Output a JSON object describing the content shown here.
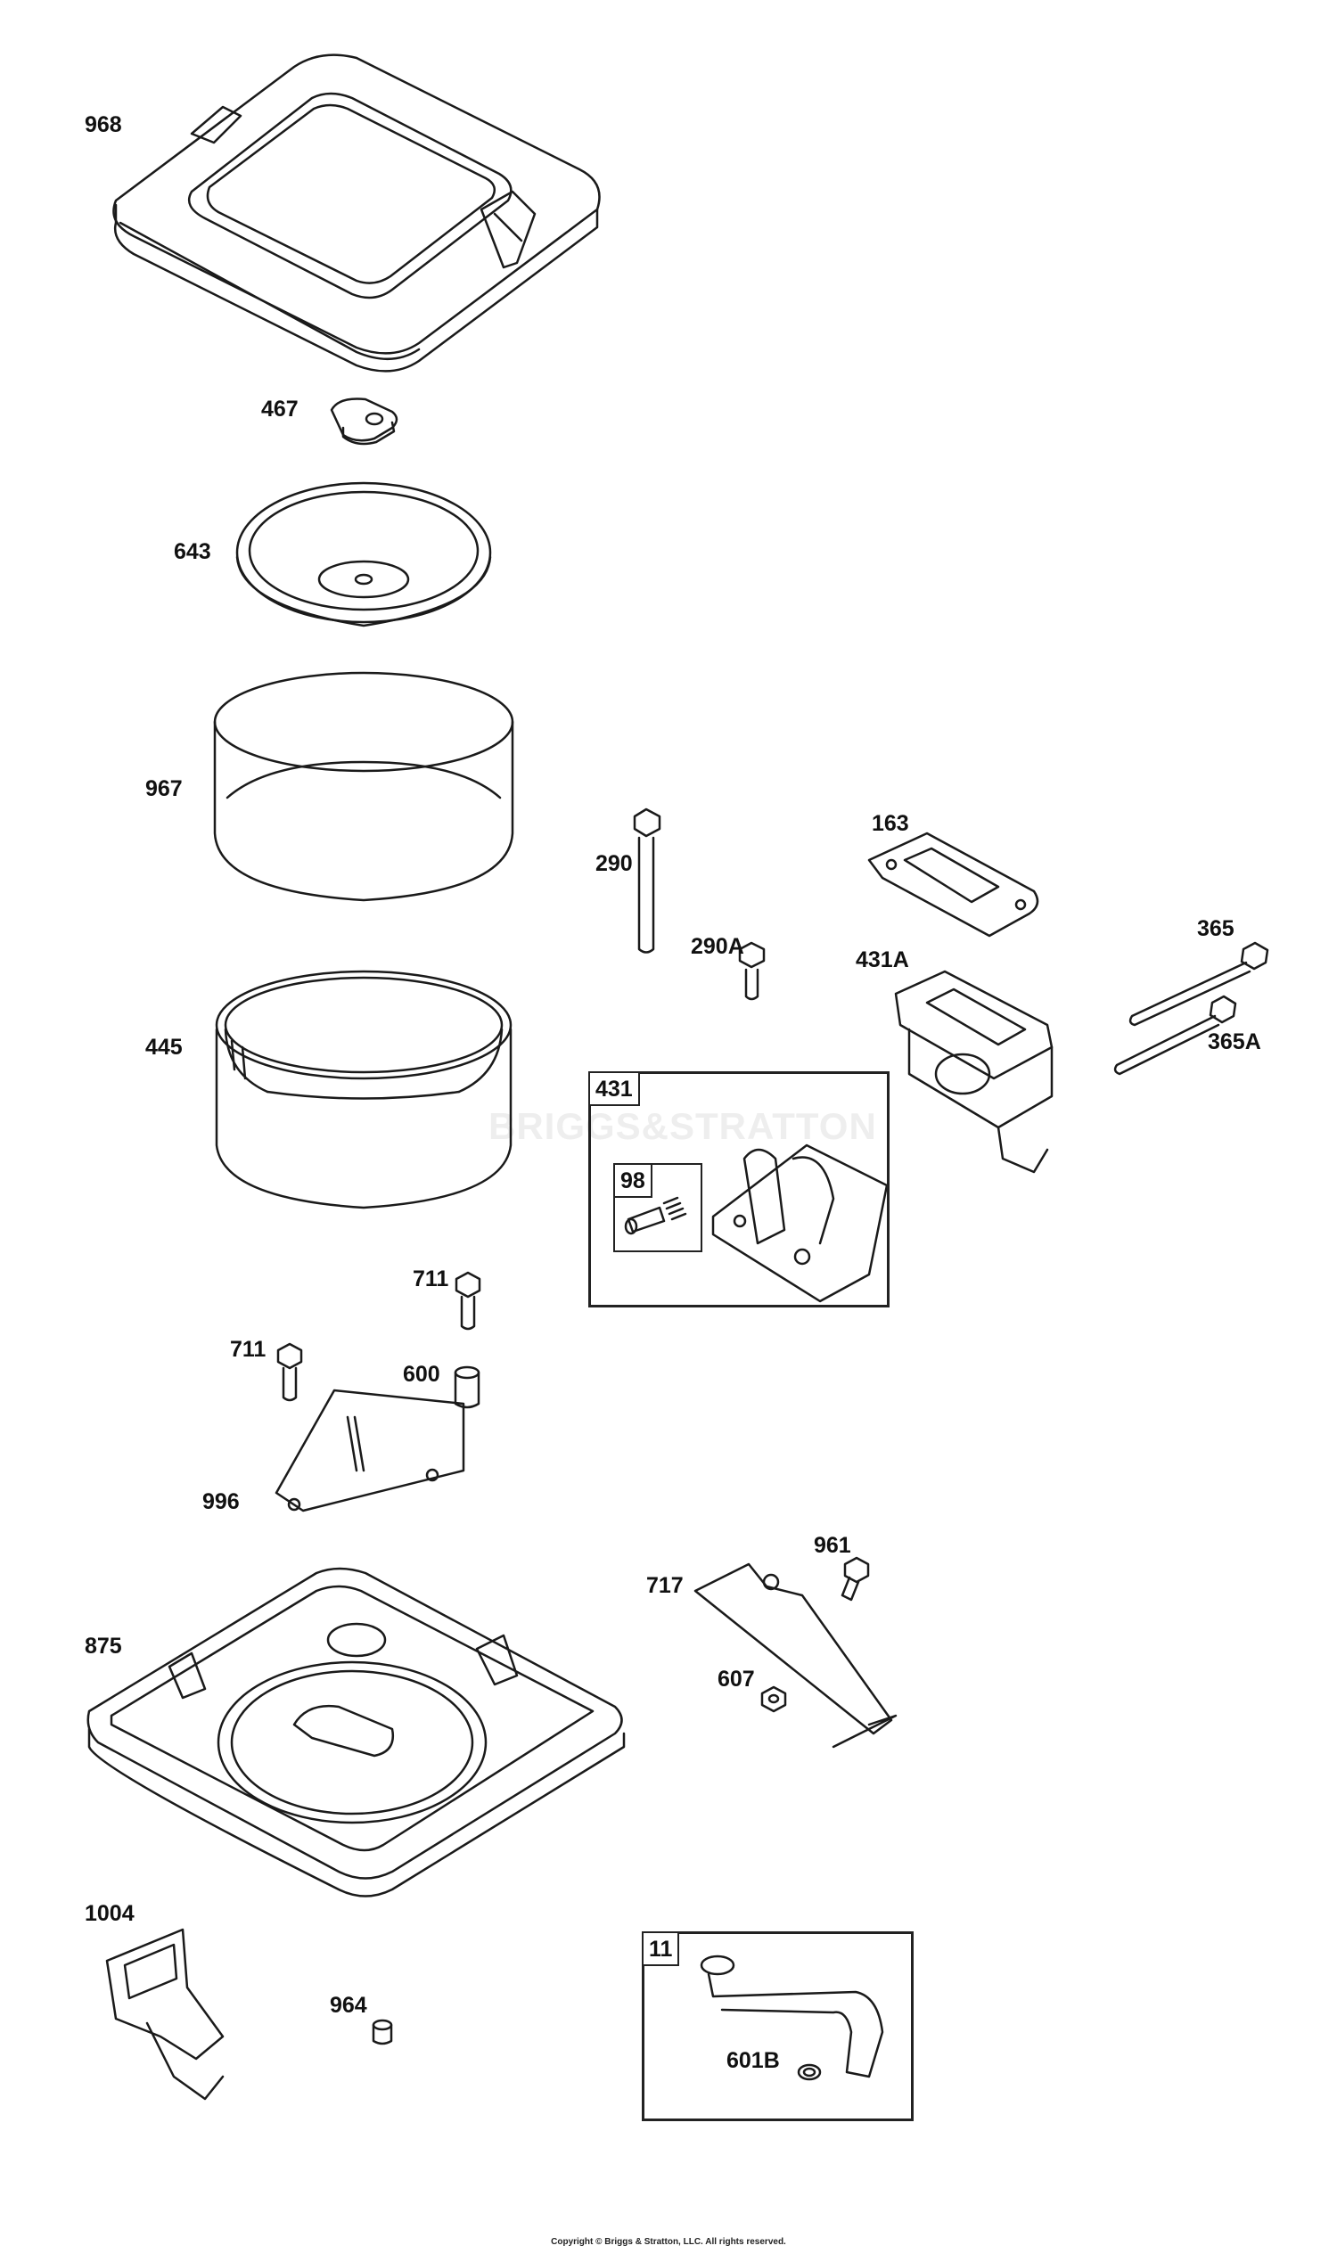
{
  "watermark": "BRIGGS&STRATTON",
  "copyright": "Copyright © Briggs & Stratton, LLC. All rights reserved.",
  "colors": {
    "line": "#1a1a1a",
    "background": "#ffffff",
    "watermark": "#eeeeee"
  },
  "parts": [
    "968",
    "467",
    "643",
    "967",
    "445",
    "290",
    "290A",
    "163",
    "431A",
    "365",
    "365A",
    "431",
    "98",
    "711",
    "711",
    "600",
    "996",
    "961",
    "717",
    "607",
    "875",
    "1004",
    "964",
    "11",
    "601B"
  ],
  "boxes": {
    "kit_431": "431",
    "kit_98": "98",
    "kit_11": "11"
  }
}
